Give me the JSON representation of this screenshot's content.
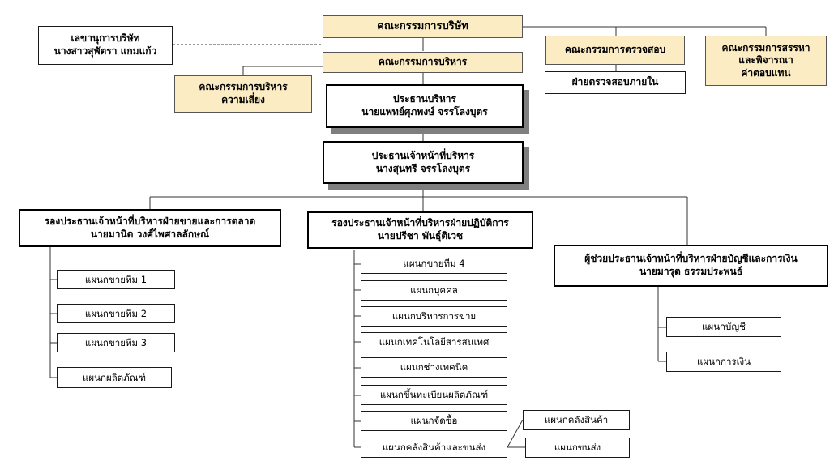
{
  "board": "คณะกรรมการบริษัท",
  "secretary": {
    "title": "เลขานุการบริษัท",
    "name": "นางสาวสุพัตรา แกมแก้ว"
  },
  "executive_committee": "คณะกรรมการบริหาร",
  "risk_committee": {
    "line1": "คณะกรรมการบริหาร",
    "line2": "ความเสี่ยง"
  },
  "audit_committee": "คณะกรรมการตรวจสอบ",
  "internal_audit": "ฝ่ายตรวจสอบภายใน",
  "nomination_committee": {
    "line1": "คณะกรรมการสรรหา",
    "line2": "และพิจารณา",
    "line3": "ค่าตอบแทน"
  },
  "chairman_exec": {
    "title": "ประธานบริหาร",
    "name": "นายแพทย์ศุภพงษ์  จรรโลงบุตร"
  },
  "ceo": {
    "title": "ประธานเจ้าหน้าที่บริหาร",
    "name": "นางสุนทรี จรรโลงบุตร"
  },
  "vp_sales": {
    "title": "รองประธานเจ้าหน้าที่บริหารฝ่ายขายและการตลาด",
    "name": "นายมานิต  วงศ์ไพศาลลักษณ์"
  },
  "vp_ops": {
    "title": "รองประธานเจ้าหน้าที่บริหารฝ่ายปฏิบัติการ",
    "name": "นายปรีชา พันธุ์ติเวช"
  },
  "asst_finance": {
    "title": "ผู้ช่วยประธานเจ้าหน้าที่บริหารฝ่ายบัญชีและการเงิน",
    "name": "นายมารุต  ธรรมประพนธ์"
  },
  "sales_departments": [
    "แผนกขายทีม 1",
    "แผนกขายทีม 2",
    "แผนกขายทีม 3",
    "แผนกผลิตภัณฑ์"
  ],
  "ops_departments": [
    "แผนกขายทีม 4",
    "แผนกบุคคล",
    "แผนกบริหารการขาย",
    "แผนกเทคโนโลยีสารสนเทศ",
    "แผนกช่างเทคนิค",
    "แผนกขึ้นทะเบียนผลิตภัณฑ์",
    "แผนกจัดซื้อ",
    "แผนกคลังสินค้าและขนส่ง"
  ],
  "logistics_sub": [
    "แผนกคลังสินค้า",
    "แผนกขนส่ง"
  ],
  "finance_departments": [
    "แผนกบัญชี",
    "แผนกการเงิน"
  ]
}
